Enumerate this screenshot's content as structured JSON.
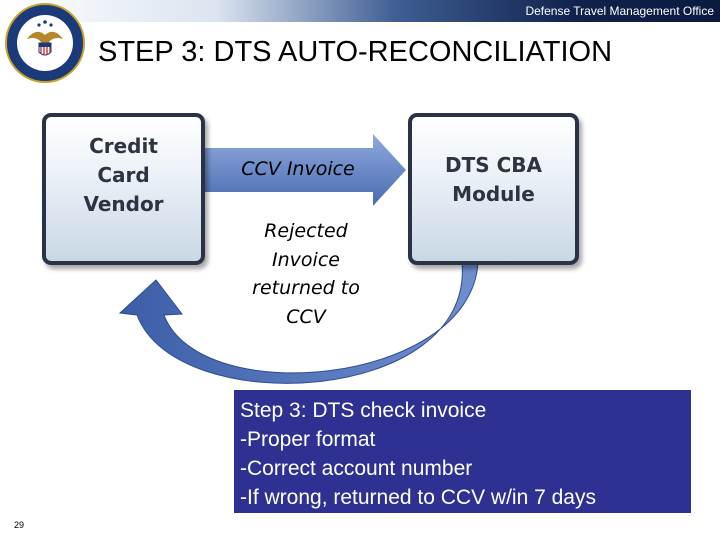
{
  "header": {
    "org_name": "Defense Travel Management Office",
    "title": "STEP 3: DTS AUTO-RECONCILIATION",
    "logo_icon": "department-of-defense-seal-icon"
  },
  "diagram": {
    "vendor_box": {
      "lines": [
        "Credit",
        "Card",
        "Vendor"
      ]
    },
    "cba_box": {
      "lines": [
        "DTS CBA",
        "Module"
      ]
    },
    "forward_arrow_label": "CCV Invoice",
    "return_arrow_label": {
      "lines": [
        "Rejected",
        "Invoice",
        "returned to",
        "CCV"
      ]
    }
  },
  "info_box": {
    "lines": [
      "Step 3: DTS check invoice",
      "-Proper format",
      "-Correct account number",
      "-If wrong, returned to CCV w/in 7 days"
    ]
  },
  "footer": {
    "page_number": "29"
  },
  "colors": {
    "header_navy": "#10224d",
    "arrow_blue": "#5e7fc0",
    "info_box_bg": "#2e3192",
    "box_border": "#2a3346"
  }
}
